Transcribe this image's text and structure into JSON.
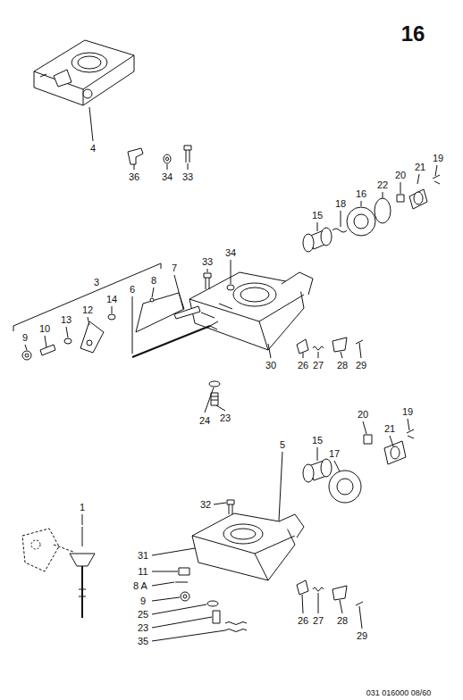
{
  "diagram": {
    "labels": [
      "16",
      "4",
      "36",
      "34",
      "33",
      "19",
      "21",
      "20",
      "22",
      "16",
      "18",
      "15",
      "34",
      "33",
      "7",
      "8",
      "3",
      "6",
      "14",
      "12",
      "13",
      "10",
      "9",
      "30",
      "26",
      "27",
      "28",
      "29",
      "24",
      "23",
      "19",
      "20",
      "21",
      "15",
      "5",
      "17",
      "1",
      "32",
      "31",
      "11",
      "8 A",
      "9",
      "25",
      "26",
      "27",
      "28",
      "23",
      "29",
      "35",
      "031 016000 08/60"
    ]
  }
}
